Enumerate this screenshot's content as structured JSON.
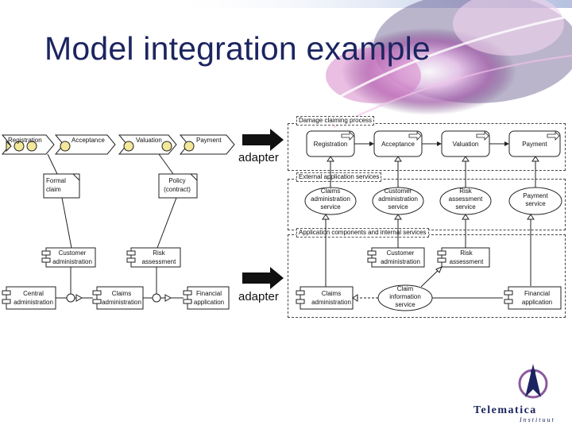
{
  "title": "Model integration example",
  "left_diagram": {
    "process_steps": [
      "Registration",
      "Acceptance",
      "Valuation",
      "Payment"
    ],
    "objects": [
      "Formal claim",
      "Policy (contract)"
    ],
    "components_top": [
      "Customer administration",
      "Risk assessment"
    ],
    "components_bottom": [
      "Central administration",
      "Claims administration",
      "Financial application"
    ]
  },
  "adapter_labels": [
    "adapter",
    "adapter"
  ],
  "right_diagram": {
    "layer_process": "Damage claiming process",
    "process_steps": [
      "Registration",
      "Acceptance",
      "Valuation",
      "Payment"
    ],
    "layer_services": "External application services",
    "services": [
      "Claims administration service",
      "Customer administration service",
      "Risk assessment service",
      "Payment service"
    ],
    "layer_components": "Application components and internal services",
    "components_top": [
      "Customer administration",
      "Risk assessment"
    ],
    "components_bottom": [
      "Claims administration",
      "Claim information service",
      "Financial application"
    ]
  },
  "logo": {
    "name": "Telematica",
    "sub": "Instituut"
  },
  "colors": {
    "title": "#1c2560",
    "event_fill": "#f3e79a",
    "header_glow": "#d9a6d6"
  }
}
